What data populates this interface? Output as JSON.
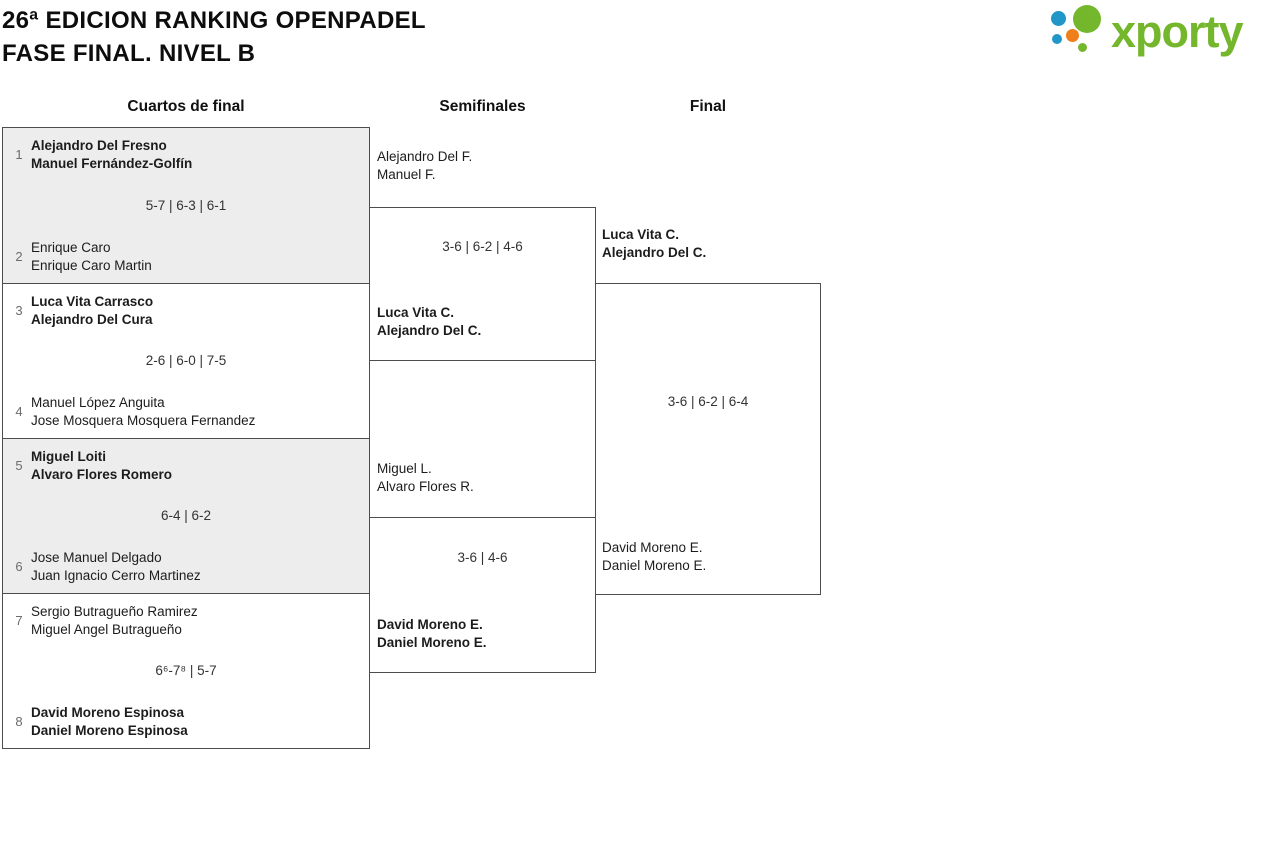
{
  "header": {
    "title_line1": "26ª EDICION RANKING OPENPADEL",
    "title_line2": "FASE FINAL. NIVEL B",
    "logo_text": "xporty",
    "brand_colors": {
      "green": "#74b62c",
      "blue": "#2196c9",
      "orange": "#ee7f1b"
    }
  },
  "rounds": [
    {
      "label": "Cuartos de final"
    },
    {
      "label": "Semifinales"
    },
    {
      "label": "Final"
    }
  ],
  "bracket": {
    "quarterfinals": [
      {
        "seed_top": "1",
        "team_top_line1": "Alejandro Del Fresno",
        "team_top_line2": "Manuel Fernández-Golfín",
        "score": "5-7 | 6-3 | 6-1",
        "seed_bottom": "2",
        "team_bottom_line1": "Enrique Caro",
        "team_bottom_line2": "Enrique Caro Martin",
        "winner": "top"
      },
      {
        "seed_top": "3",
        "team_top_line1": "Luca Vita Carrasco",
        "team_top_line2": "Alejandro Del Cura",
        "score": "2-6 | 6-0 | 7-5",
        "seed_bottom": "4",
        "team_bottom_line1": "Manuel López Anguita",
        "team_bottom_line2": "Jose Mosquera Mosquera Fernandez",
        "winner": "top"
      },
      {
        "seed_top": "5",
        "team_top_line1": "Miguel Loiti",
        "team_top_line2": "Alvaro Flores Romero",
        "score": "6-4 | 6-2",
        "seed_bottom": "6",
        "team_bottom_line1": "Jose Manuel Delgado",
        "team_bottom_line2": "Juan Ignacio Cerro Martinez",
        "winner": "top"
      },
      {
        "seed_top": "7",
        "team_top_line1": "Sergio Butragueño Ramirez",
        "team_top_line2": "Miguel Angel Butragueño",
        "score": "6⁶-7⁸ | 5-7",
        "seed_bottom": "8",
        "team_bottom_line1": "David Moreno Espinosa",
        "team_bottom_line2": "Daniel Moreno Espinosa",
        "winner": "bottom"
      }
    ],
    "semifinals": [
      {
        "team_top_line1": "Alejandro Del F.",
        "team_top_line2": "Manuel F.",
        "score": "3-6 | 6-2 | 4-6",
        "team_bottom_line1": "Luca Vita C.",
        "team_bottom_line2": "Alejandro Del C.",
        "winner": "bottom"
      },
      {
        "team_top_line1": "Miguel L.",
        "team_top_line2": "Alvaro Flores R.",
        "score": "3-6 | 4-6",
        "team_bottom_line1": "David Moreno E.",
        "team_bottom_line2": "Daniel Moreno E.",
        "winner": "bottom"
      }
    ],
    "final": {
      "team_top_line1": "Luca Vita C.",
      "team_top_line2": "Alejandro Del C.",
      "score": "3-6 | 6-2 | 6-4",
      "team_bottom_line1": "David Moreno E.",
      "team_bottom_line2": "Daniel Moreno E.",
      "winner": "top"
    }
  },
  "style_colors": {
    "line": "#4d4d4d",
    "match_shade": "#ededed",
    "seed_gray": "#6b6b6b"
  }
}
